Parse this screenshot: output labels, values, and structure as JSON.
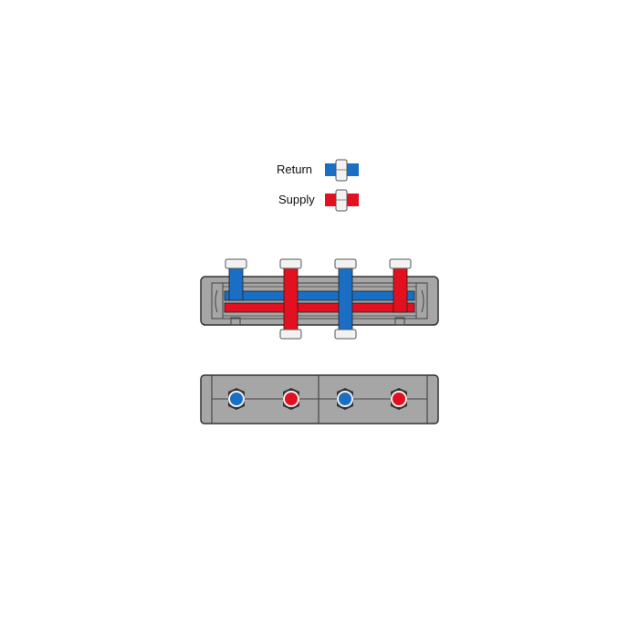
{
  "legend": {
    "items": [
      {
        "label": "Return",
        "color": "#1a6fc4"
      },
      {
        "label": "Supply",
        "color": "#e3101f"
      }
    ]
  },
  "colors": {
    "return": "#1a6fc4",
    "supply": "#e3101f",
    "body": "#a6a6a6",
    "outline": "#333333",
    "nut": "#f2f2f2"
  },
  "diagram": {
    "top_view": {
      "pipes_top": [
        "return",
        "supply",
        "return",
        "supply"
      ],
      "pipes_bottom": [
        "supply",
        "return"
      ]
    },
    "front_view": {
      "ports": [
        "return",
        "supply",
        "return",
        "supply"
      ]
    }
  }
}
